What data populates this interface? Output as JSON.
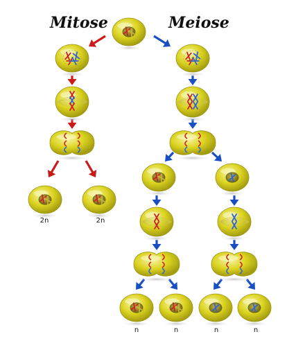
{
  "titles": {
    "mitosis": "Mitose",
    "meiosis": "Meiose"
  },
  "labels": {
    "mitosis_left": "2n",
    "mitosis_right": "2n",
    "meiosis_1": "n",
    "meiosis_2": "n",
    "meiosis_3": "n",
    "meiosis_4": "n"
  },
  "colors": {
    "cell_light": "#f4f08a",
    "cell_main": "#d9d21a",
    "cell_dark": "#9a9410",
    "nucleus": "#7a7416",
    "nucleus_light": "#b8a83a",
    "arrow_mitosis": "#cc1a1a",
    "arrow_meiosis": "#1a4fc4",
    "chromosome_red": "#cc2222",
    "chromosome_blue": "#3366cc"
  }
}
